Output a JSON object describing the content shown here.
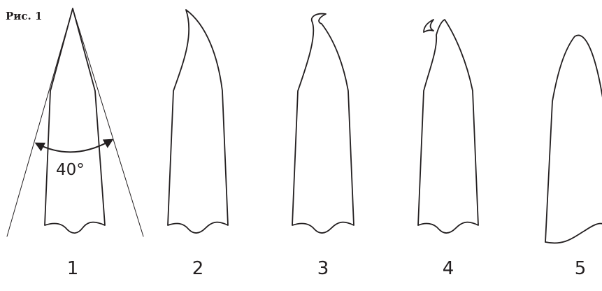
{
  "figure": {
    "title": "Рис. 1",
    "angle_label": "40°",
    "items": [
      {
        "label": "1"
      },
      {
        "label": "2"
      },
      {
        "label": "3"
      },
      {
        "label": "4"
      },
      {
        "label": "5"
      }
    ]
  }
}
